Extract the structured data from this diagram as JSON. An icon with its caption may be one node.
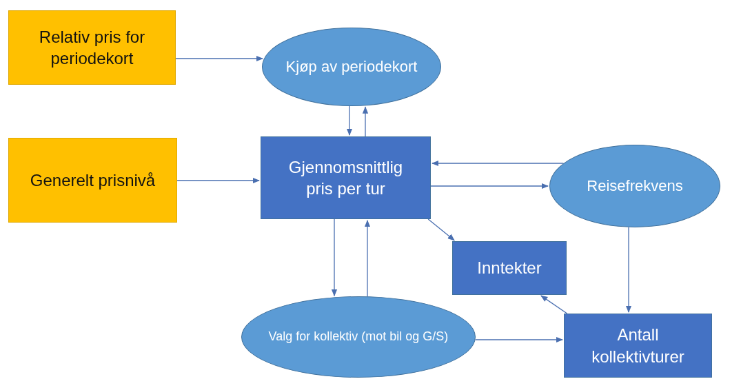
{
  "diagram": {
    "nodes": [
      {
        "text": [
          "Relativ pris for periodekort"
        ]
      },
      {
        "text": [
          "Kjøp av periodekort"
        ]
      },
      {
        "text": [
          "Generelt prisnivå"
        ]
      },
      {
        "text": [
          "Gjennomsnittlig pris per tur"
        ]
      },
      {
        "text": [
          "Reisefrekvens"
        ]
      },
      {
        "text": [
          "Inntekter"
        ]
      },
      {
        "text": [
          "Valg for kollektiv (mot bil og G/S)"
        ]
      },
      {
        "text": [
          "Antall kollektivturer"
        ]
      }
    ],
    "edges": [
      {
        "from": 0,
        "to": 1,
        "arrow": "to"
      },
      {
        "from": 1,
        "to": 3,
        "arrow": "to"
      },
      {
        "from": 3,
        "to": 1,
        "arrow": "to"
      },
      {
        "from": 2,
        "to": 3,
        "arrow": "to"
      },
      {
        "from": 4,
        "to": 3,
        "arrow": "to"
      },
      {
        "from": 3,
        "to": 4,
        "arrow": "to"
      },
      {
        "from": 3,
        "to": 5,
        "arrow": "to"
      },
      {
        "from": 3,
        "to": 6,
        "arrow": "to"
      },
      {
        "from": 6,
        "to": 3,
        "arrow": "to"
      },
      {
        "from": 4,
        "to": 7,
        "arrow": "to"
      },
      {
        "from": 7,
        "to": 5,
        "arrow": "to"
      },
      {
        "from": 6,
        "to": 7,
        "arrow": "to"
      }
    ]
  }
}
